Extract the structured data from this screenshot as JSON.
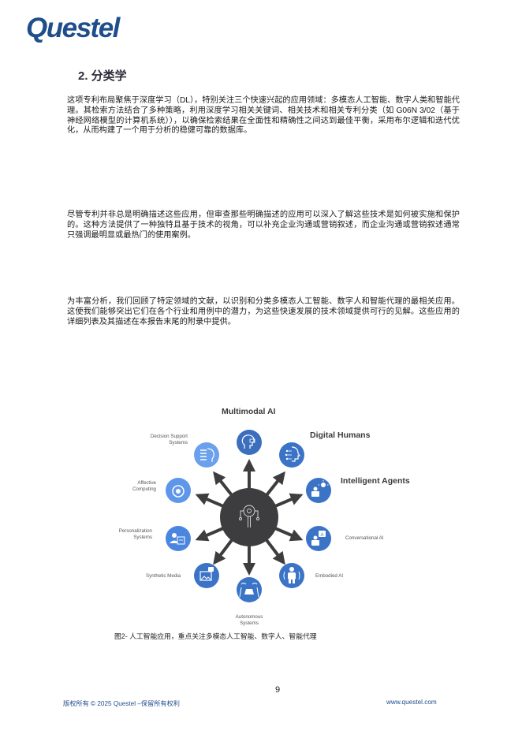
{
  "header": {
    "logo_text": "Questel",
    "brand_color": "#1f4e8c"
  },
  "section": {
    "title": "2. 分类学"
  },
  "paragraphs": [
    "这项专利布局聚焦于深度学习（DL），特别关注三个快速兴起的应用领域：多模态人工智能、数字人类和智能代理。其检索方法结合了多种策略，利用深度学习相关关键词、相关技术和相关专利分类（如 G06N 3/02（基于神经网络模型的计算机系统）），以确保检索结果在全面性和精确性之间达到最佳平衡，采用布尔逻辑和迭代优化，从而构建了一个用于分析的稳健可靠的数据库。",
    "尽管专利并非总是明确描述这些应用，但审查那些明确描述的应用可以深入了解这些技术是如何被实施和保护的。这种方法提供了一种独特且基于技术的视角，可以补充企业沟通或营销叙述，而企业沟通或营销叙述通常只强调最明显或最热门的使用案例。",
    "为丰富分析，我们回顾了特定领域的文献，以识别和分类多模态人工智能、数字人和智能代理的最相关应用。这使我们能够突出它们在各个行业和用例中的潜力，为这些快速发展的技术领域提供可行的见解。这些应用的详细列表及其描述在本报告末尾的附录中提供。"
  ],
  "figure": {
    "hub_color": "#3d3d3f",
    "primary_color": "#3b73c7",
    "secondary_color": "#6aa0ec",
    "nodes": [
      {
        "label": "Multimodal AI",
        "icon": "head-brain-icon",
        "emphasis": true
      },
      {
        "label": "Digital Humans",
        "icon": "digital-face-icon",
        "emphasis": true
      },
      {
        "label": "Intelligent Agents",
        "icon": "robot-lightbulb-icon",
        "emphasis": true
      },
      {
        "label": "Conversational AI",
        "icon": "robot-chat-icon",
        "emphasis": false
      },
      {
        "label": "Embodied AI",
        "icon": "humanoid-robot-icon",
        "emphasis": false
      },
      {
        "label": "Autonomous Systems",
        "icon": "self-driving-car-icon",
        "emphasis": false
      },
      {
        "label": "Synthetic Media",
        "icon": "image-robot-icon",
        "emphasis": false
      },
      {
        "label": "Personalization Systems",
        "icon": "user-profile-icon",
        "emphasis": false
      },
      {
        "label": "Affective Computing",
        "icon": "emotion-face-icon",
        "emphasis": false
      },
      {
        "label": "Decision Support Systems",
        "icon": "head-checklist-icon",
        "emphasis": false
      }
    ],
    "label_lines": {
      "multimodal": "Multimodal AI",
      "digital": "Digital Humans",
      "agents": "Intelligent Agents",
      "conversational": "Conversational AI",
      "embodied": "Embodied AI",
      "autonomous_1": "Autonomous",
      "autonomous_2": "Systems",
      "synthetic": "Synthetic Media",
      "personalization_1": "Personalization",
      "personalization_2": "Systems",
      "affective_1": "Affective",
      "affective_2": "Computing",
      "decision_1": "Decision Support",
      "decision_2": "Systems"
    },
    "caption": "图2- 人工智能应用，重点关注多模态人工智能、数字人、智能代理"
  },
  "footer": {
    "page_number": "9",
    "copyright": "版权所有 © 2025 Questel –保留所有权利",
    "website": "www.questel.com"
  }
}
